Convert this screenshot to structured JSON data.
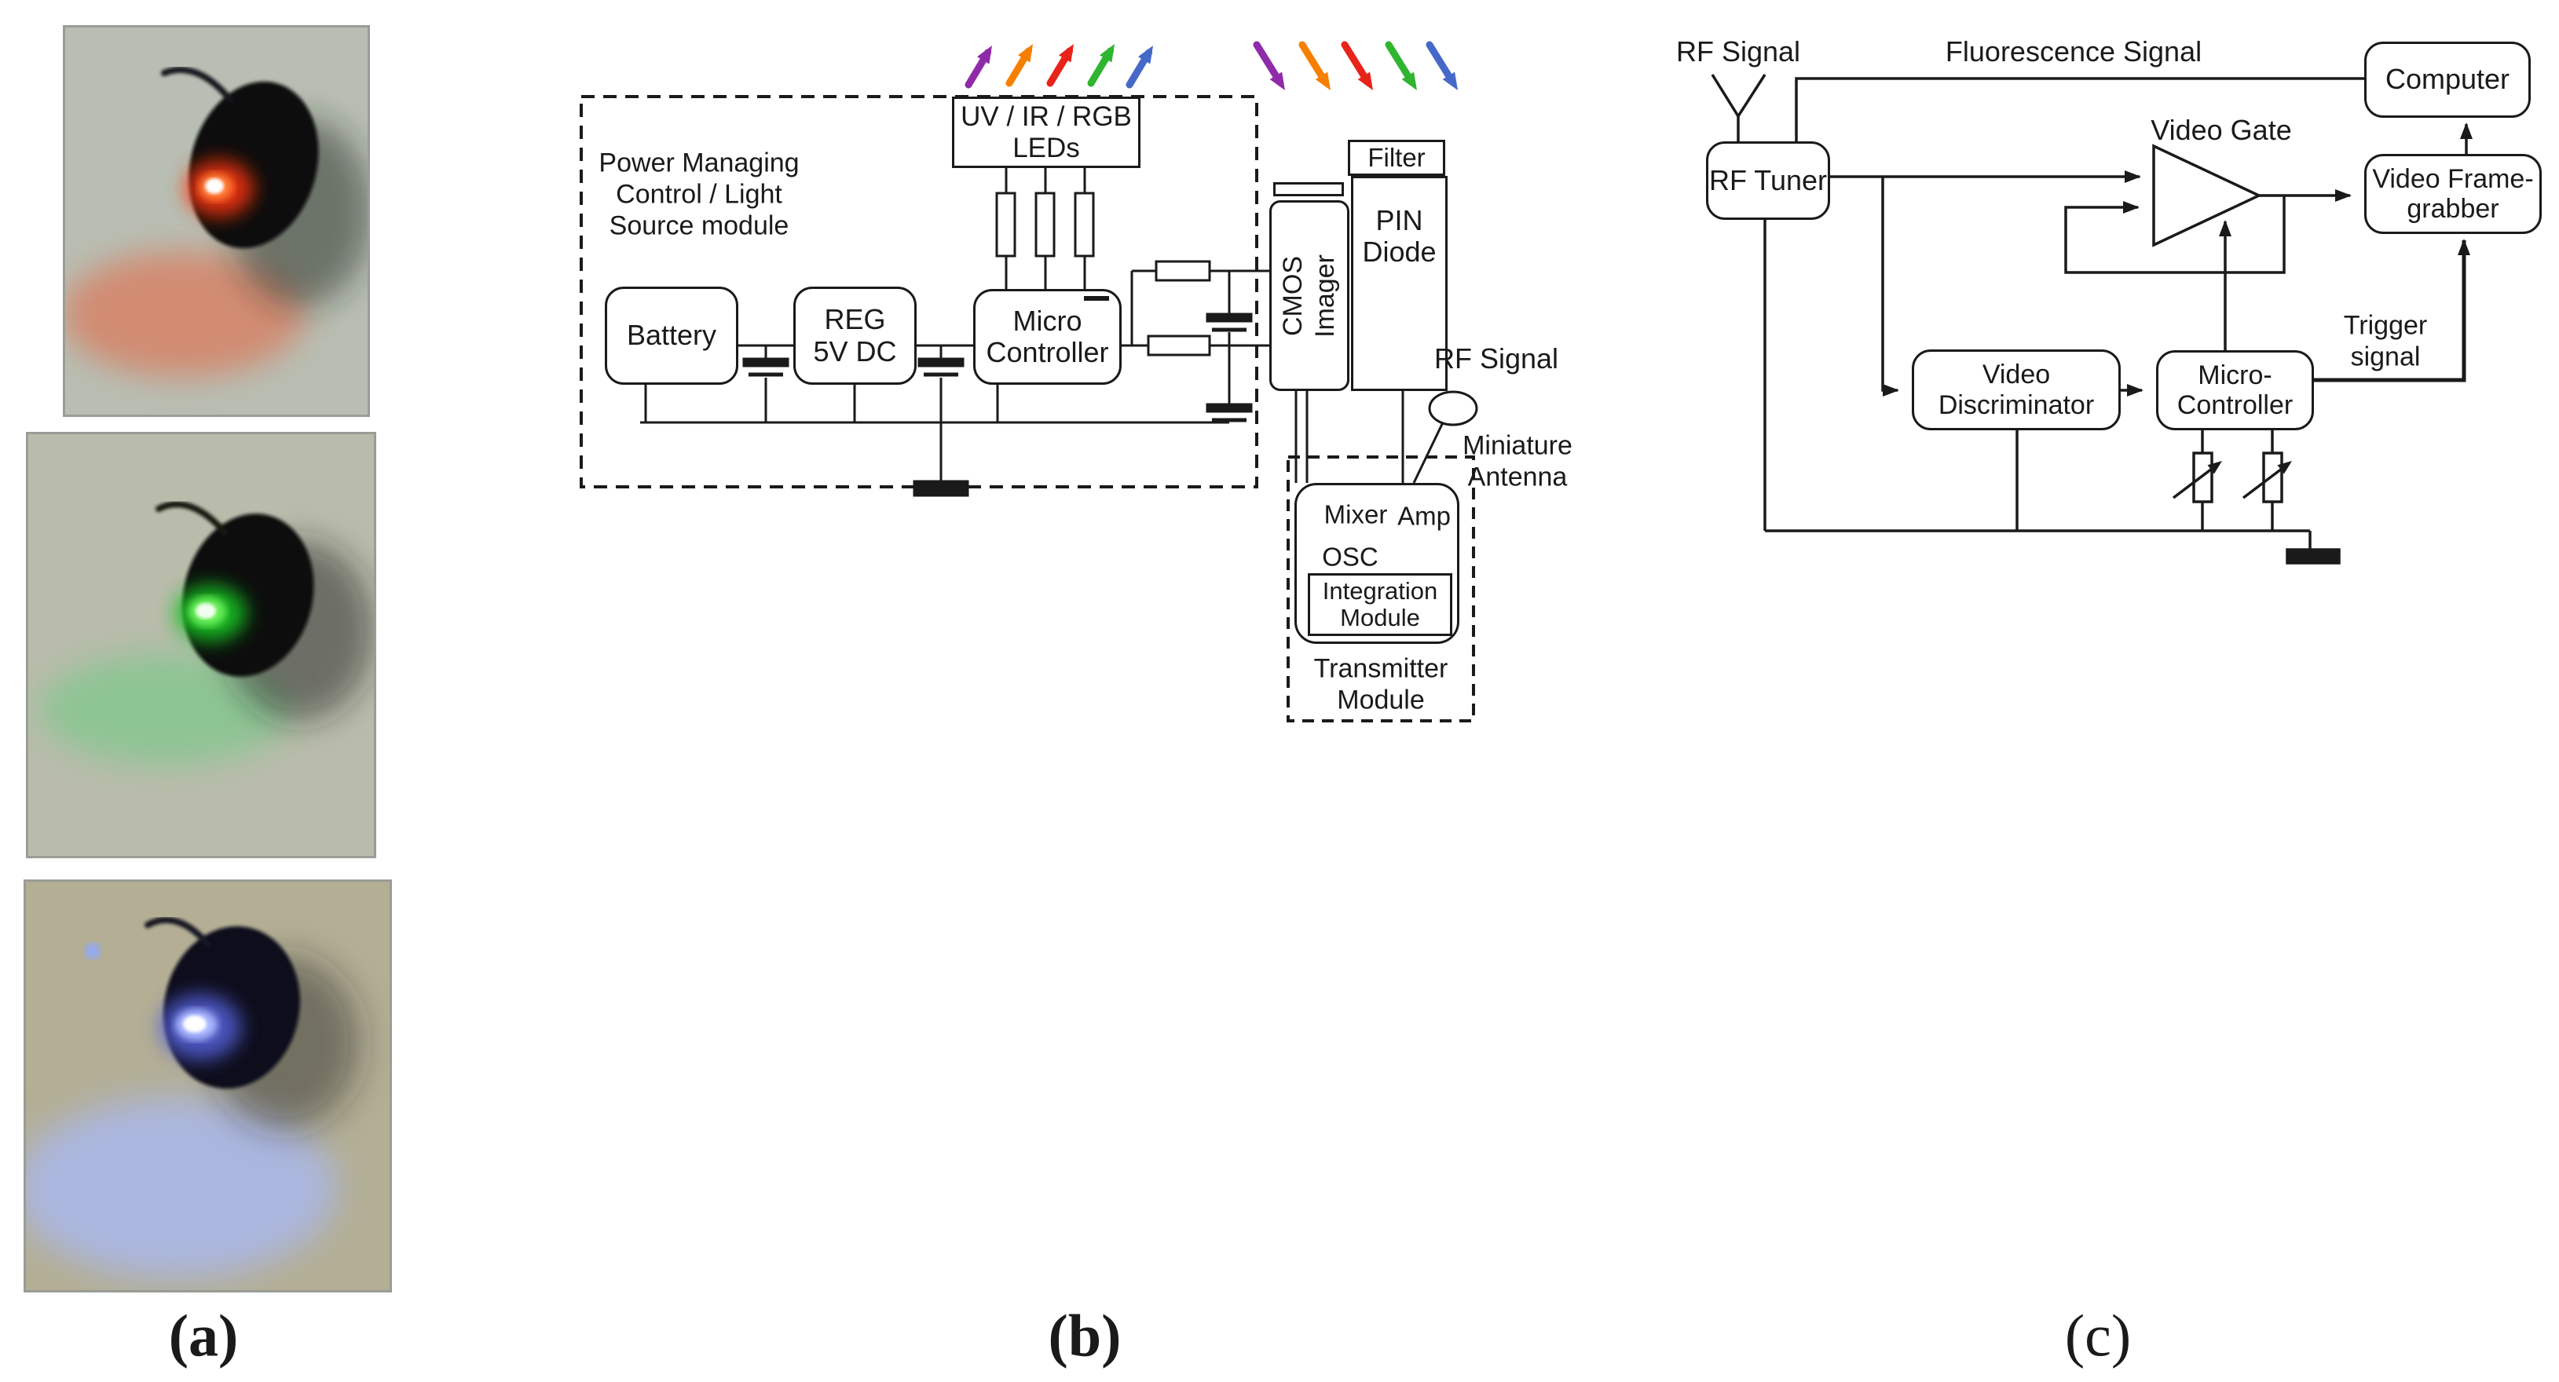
{
  "captions": {
    "a": "(a)",
    "b": "(b)",
    "c": "(c)"
  },
  "colors": {
    "line": "#1a1a1a",
    "arrow_set": [
      "#8F2BA8",
      "#F77F00",
      "#E8231A",
      "#2FB52F",
      "#4668C8"
    ]
  },
  "panel_a": {
    "photos": [
      {
        "name": "capsule-red-led",
        "bg": "#b8beb3",
        "shadow": "rgba(35,40,35,0.5)",
        "device": "#0b0c0e",
        "antenna": "#14151a",
        "glow_outer": "#ff3408",
        "glow_mid": "#ff7a36",
        "led_core": "#ffffff",
        "pool": "rgba(236,90,50,0.5)"
      },
      {
        "name": "capsule-green-led",
        "bg": "#b9bcab",
        "shadow": "rgba(30,36,30,0.5)",
        "device": "#0a0c0a",
        "antenna": "#12140f",
        "glow_outer": "#15c224",
        "glow_mid": "#6aee5a",
        "led_core": "#f2fff0",
        "pool": "rgba(70,210,110,0.38)"
      },
      {
        "name": "capsule-blue-led",
        "bg": "#b3ae94",
        "shadow": "rgba(30,32,40,0.45)",
        "device": "#0c0e1c",
        "antenna": "#131524",
        "glow_outer": "#5560d8",
        "glow_mid": "#aab8ff",
        "led_core": "#ffffff",
        "pool": "rgba(168,186,248,0.75)",
        "dot": "#8fa8ff"
      }
    ]
  },
  "panel_b": {
    "power_module_lines": [
      "Power Managing",
      "Control / Light",
      "Source module"
    ],
    "battery": "Battery",
    "reg_lines": [
      "REG",
      "5V DC"
    ],
    "micro_lines": [
      "Micro",
      "Controller"
    ],
    "leds_lines": [
      "UV / IR / RGB",
      "LEDs"
    ],
    "cmos_lines": [
      "CMOS",
      "Imager"
    ],
    "pin_lines": [
      "PIN",
      "Diode"
    ],
    "filter": "Filter",
    "mixer": "Mixer",
    "amp": "Amp",
    "osc": "OSC",
    "integration_lines": [
      "Integration",
      "Module"
    ],
    "transmitter_lines": [
      "Transmitter",
      "Module"
    ],
    "rf_signal": "RF Signal",
    "antenna_lines": [
      "Miniature",
      "Antenna"
    ]
  },
  "panel_c": {
    "rf_signal": "RF Signal",
    "fluorescence": "Fluorescence Signal",
    "rf_tuner": "RF Tuner",
    "computer": "Computer",
    "video_gate": "Video Gate",
    "framegrabber_lines": [
      "Video Frame-",
      "grabber"
    ],
    "discriminator_lines": [
      "Video",
      "Discriminator"
    ],
    "micro_lines": [
      "Micro-",
      "Controller"
    ],
    "trigger_lines": [
      "Trigger",
      "signal"
    ]
  }
}
